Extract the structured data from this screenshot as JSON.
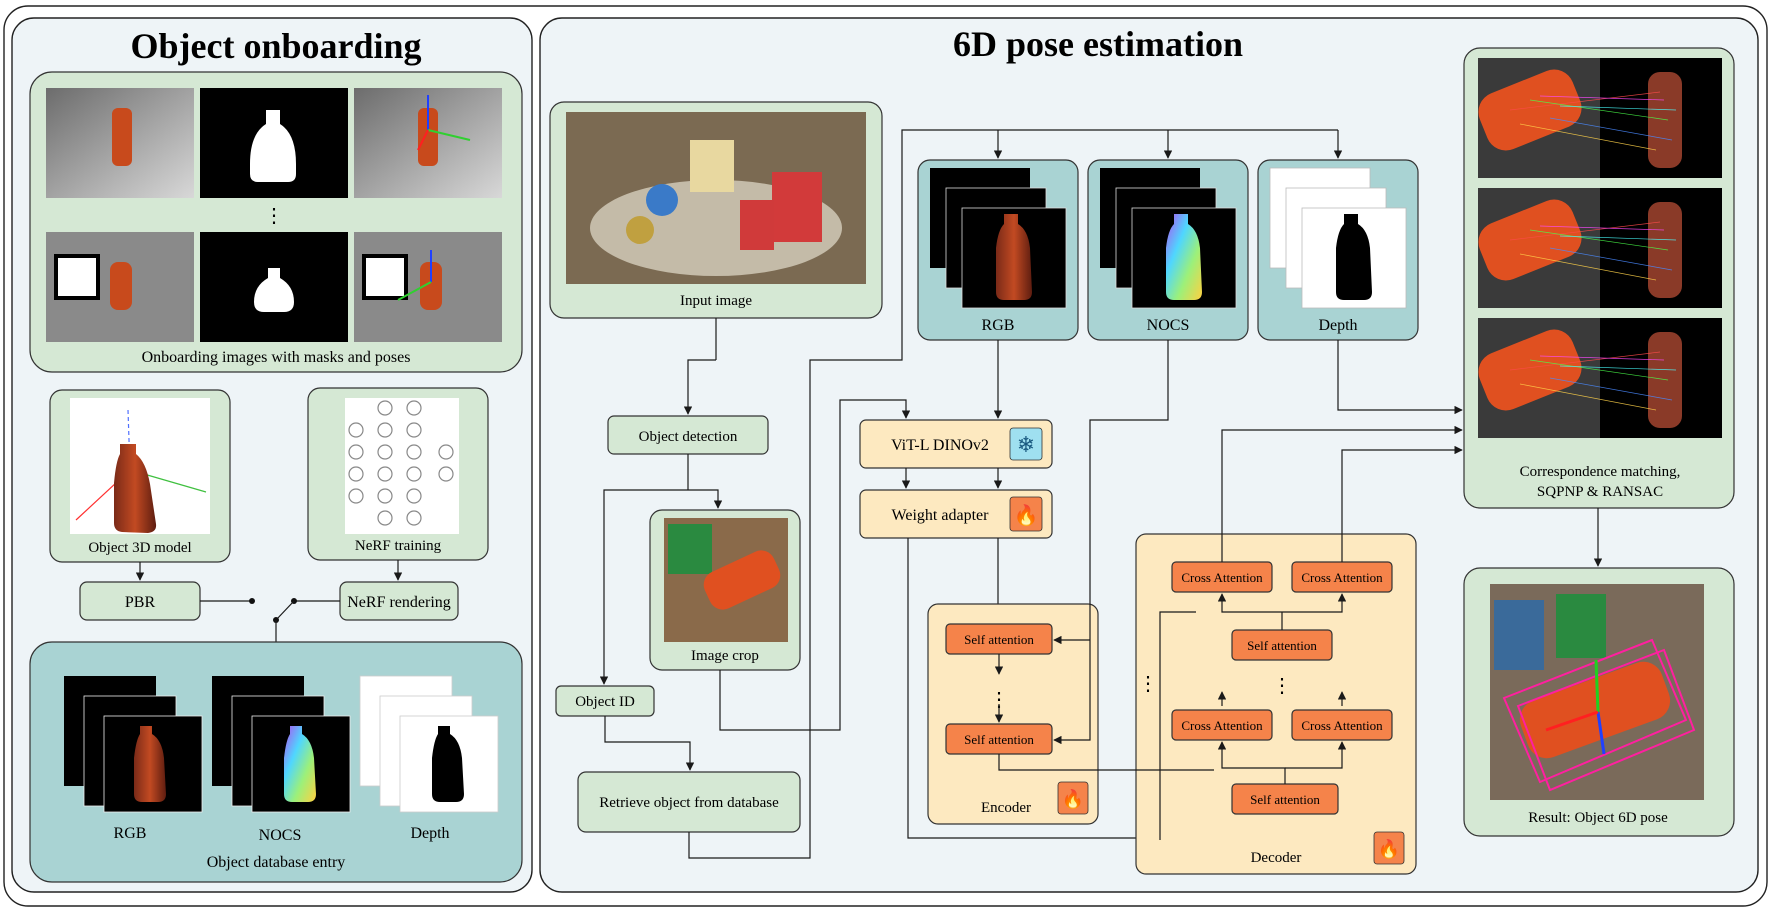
{
  "panels": {
    "left_title": "Object onboarding",
    "right_title": "6D pose estimation"
  },
  "onboarding": {
    "images_caption": "Onboarding images with masks and poses",
    "ellipsis": "⋮",
    "model_caption": "Object 3D model",
    "nerf_training_caption": "NeRF training",
    "pbr_label": "PBR",
    "nerf_rendering_label": "NeRF rendering",
    "db_rgb": "RGB",
    "db_nocs": "NOCS",
    "db_depth": "Depth",
    "db_caption": "Object database entry"
  },
  "pose": {
    "input_image": "Input image",
    "object_detection": "Object detection",
    "image_crop": "Image crop",
    "object_id": "Object ID",
    "retrieve": "Retrieve object from database",
    "rgb": "RGB",
    "nocs": "NOCS",
    "depth": "Depth",
    "vit": "ViT-L DINOv2",
    "weight_adapter": "Weight adapter",
    "encoder": "Encoder",
    "decoder": "Decoder",
    "self_attention": "Self attention",
    "cross_attention": "Cross Attention",
    "corr_line1": "Correspondence matching,",
    "corr_line2": "SQPNP & RANSAC",
    "result": "Result: Object 6D pose",
    "vdots": "⋮"
  },
  "colors": {
    "green": "#d5e8d4",
    "teal": "#a9d3d3",
    "cream": "#fde9c0",
    "orange": "#f5834a"
  }
}
